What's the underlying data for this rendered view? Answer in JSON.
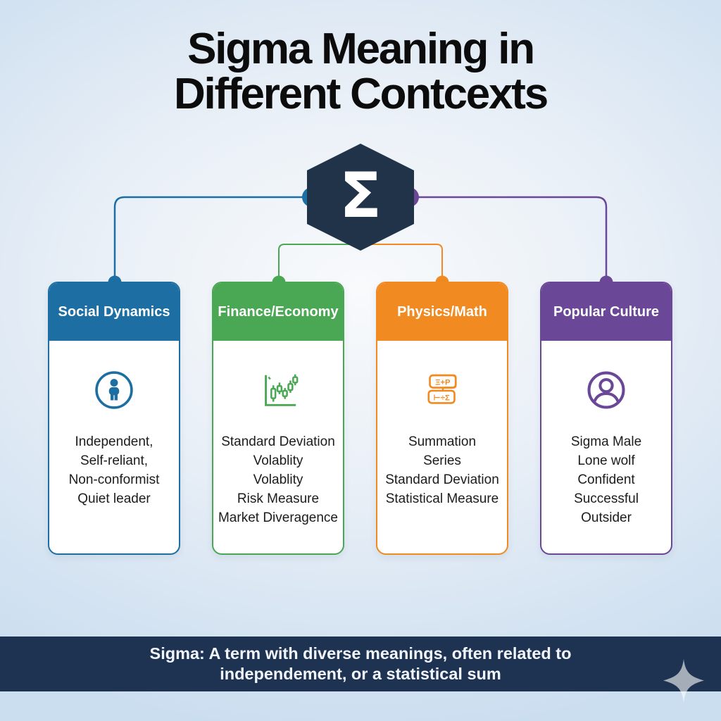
{
  "title": {
    "line1": "Sigma Meaning in",
    "line2": "Different Contcexts"
  },
  "hexagon": {
    "symbol": "Σ"
  },
  "cards": [
    {
      "title": "Social Dynamics",
      "icon": "person-in-circle",
      "color": "#1d6fa3",
      "lines": [
        "Independent,",
        "Self-reliant,",
        "Non-conformist",
        "Quiet leader"
      ]
    },
    {
      "title": "Finance/Economy",
      "icon": "candlestick-chart",
      "color": "#4aa855",
      "lines": [
        "Standard Deviation",
        "Volablity",
        "Volablity",
        "Risk Measure",
        "Market Diveragence"
      ]
    },
    {
      "title": "Physics/Math",
      "icon": "formula-blocks",
      "color": "#f18a21",
      "icon_text_top": "Ξ+P",
      "icon_text_bottom": "⊢÷Σ",
      "lines": [
        "Summation",
        "Series",
        "Standard Deviation",
        "Statistical Measure"
      ]
    },
    {
      "title": "Popular Culture",
      "icon": "user-avatar",
      "color": "#6b4797",
      "lines": [
        "Sigma Male",
        "Lone wolf",
        "Confident",
        "Successful",
        "Outsider"
      ]
    }
  ],
  "footer": {
    "line1": "Sigma: A term with diverse meanings, often related to",
    "line2": "independement, or a statistical sum"
  },
  "palette": {
    "blue": "#1d6fa3",
    "green": "#4aa855",
    "orange": "#f18a21",
    "purple": "#6b4797",
    "hexagon_navy": "#203349",
    "footer_navy": "#1e3352",
    "background_light_blue": "#d6e4f2",
    "title_text": "#0c0c0c",
    "body_text": "#1c1c1c",
    "sparkle": "rgba(255,255,255,0.6)"
  }
}
